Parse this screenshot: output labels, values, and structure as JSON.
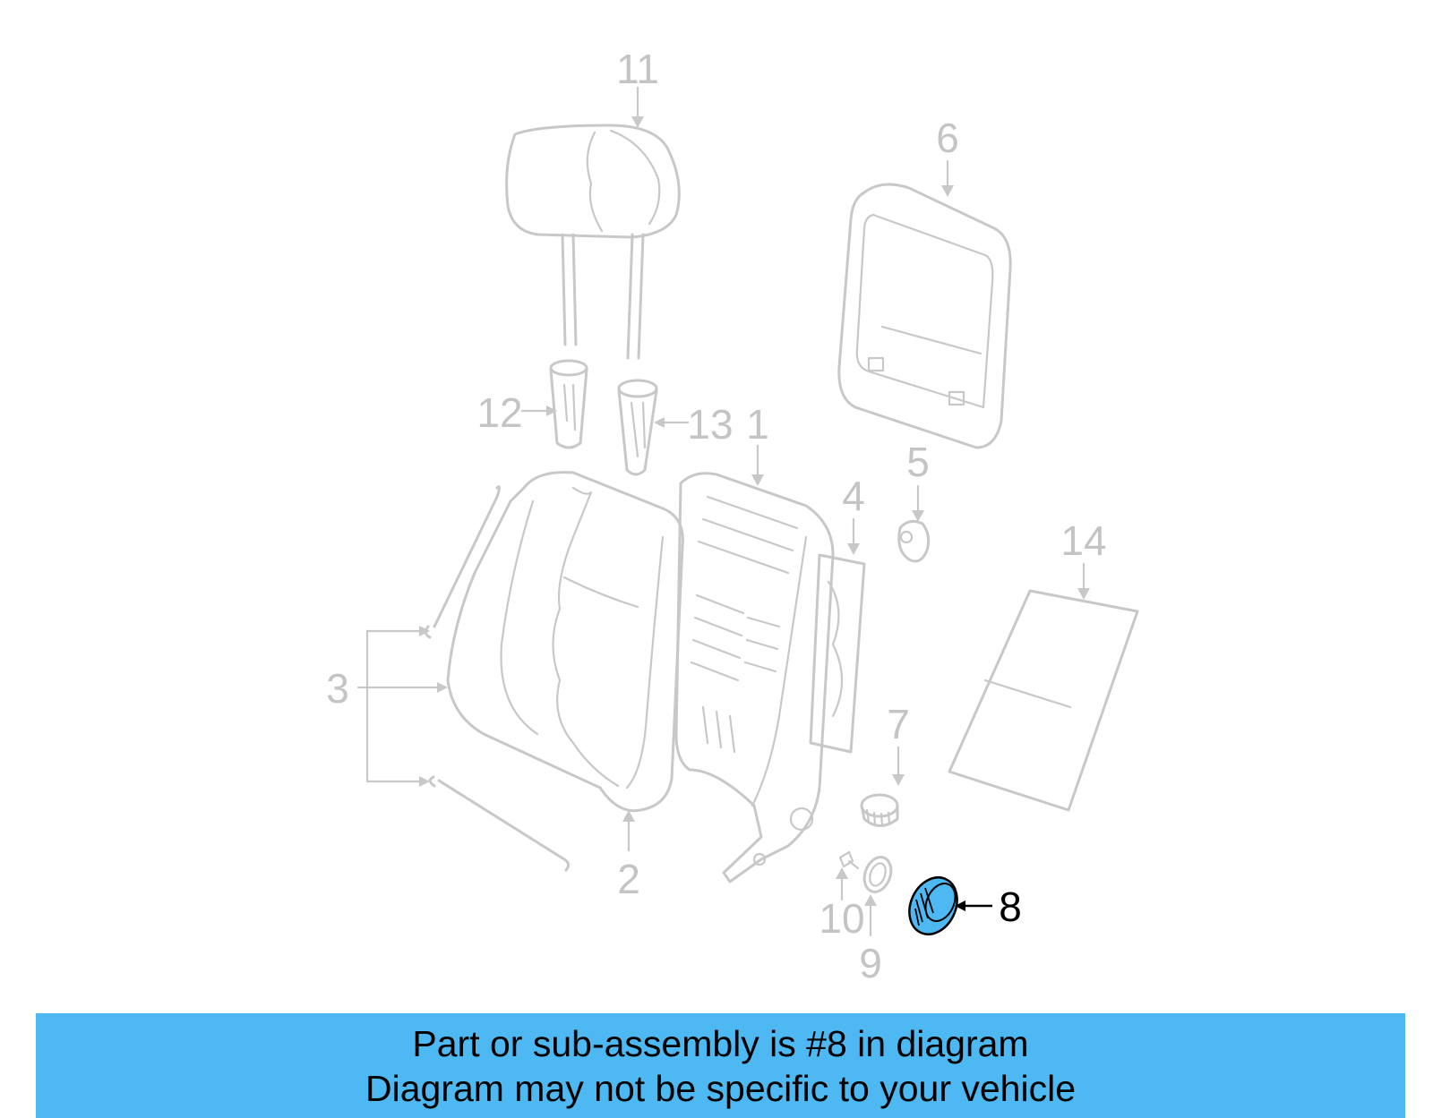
{
  "callouts": {
    "c1": "1",
    "c2": "2",
    "c3": "3",
    "c4": "4",
    "c5": "5",
    "c6": "6",
    "c7": "7",
    "c8": "8",
    "c9": "9",
    "c10": "10",
    "c11": "11",
    "c12": "12",
    "c13": "13",
    "c14": "14"
  },
  "highlight": {
    "part_number": "8",
    "color": "#4db8f1"
  },
  "colors": {
    "line_art": "#c8c8c8",
    "banner": "#4db8f1"
  },
  "banner": {
    "line1": "Part or sub-assembly is #8 in diagram",
    "line2": "Diagram may not be specific to your vehicle"
  }
}
